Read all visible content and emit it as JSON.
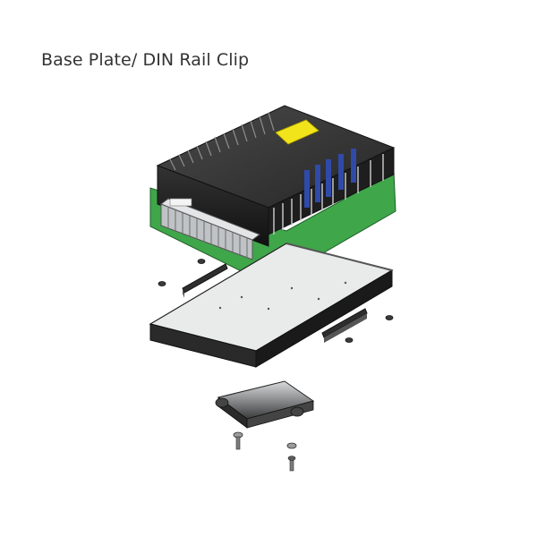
{
  "title": "Base Plate/ DIN Rail Clip",
  "colors": {
    "pcb_green": "#3fa64a",
    "label_yellow": "#f2e41a",
    "capacitor_blue": "#2f4aa8",
    "housing_dark": "#2a2a2a",
    "terminal_grey": "#bfc3c5"
  },
  "parts": [
    {
      "name": "power-supply-module"
    },
    {
      "name": "base-plate"
    },
    {
      "name": "mounting-bracket-left"
    },
    {
      "name": "mounting-bracket-right"
    },
    {
      "name": "din-rail-clip"
    },
    {
      "name": "screws"
    }
  ]
}
